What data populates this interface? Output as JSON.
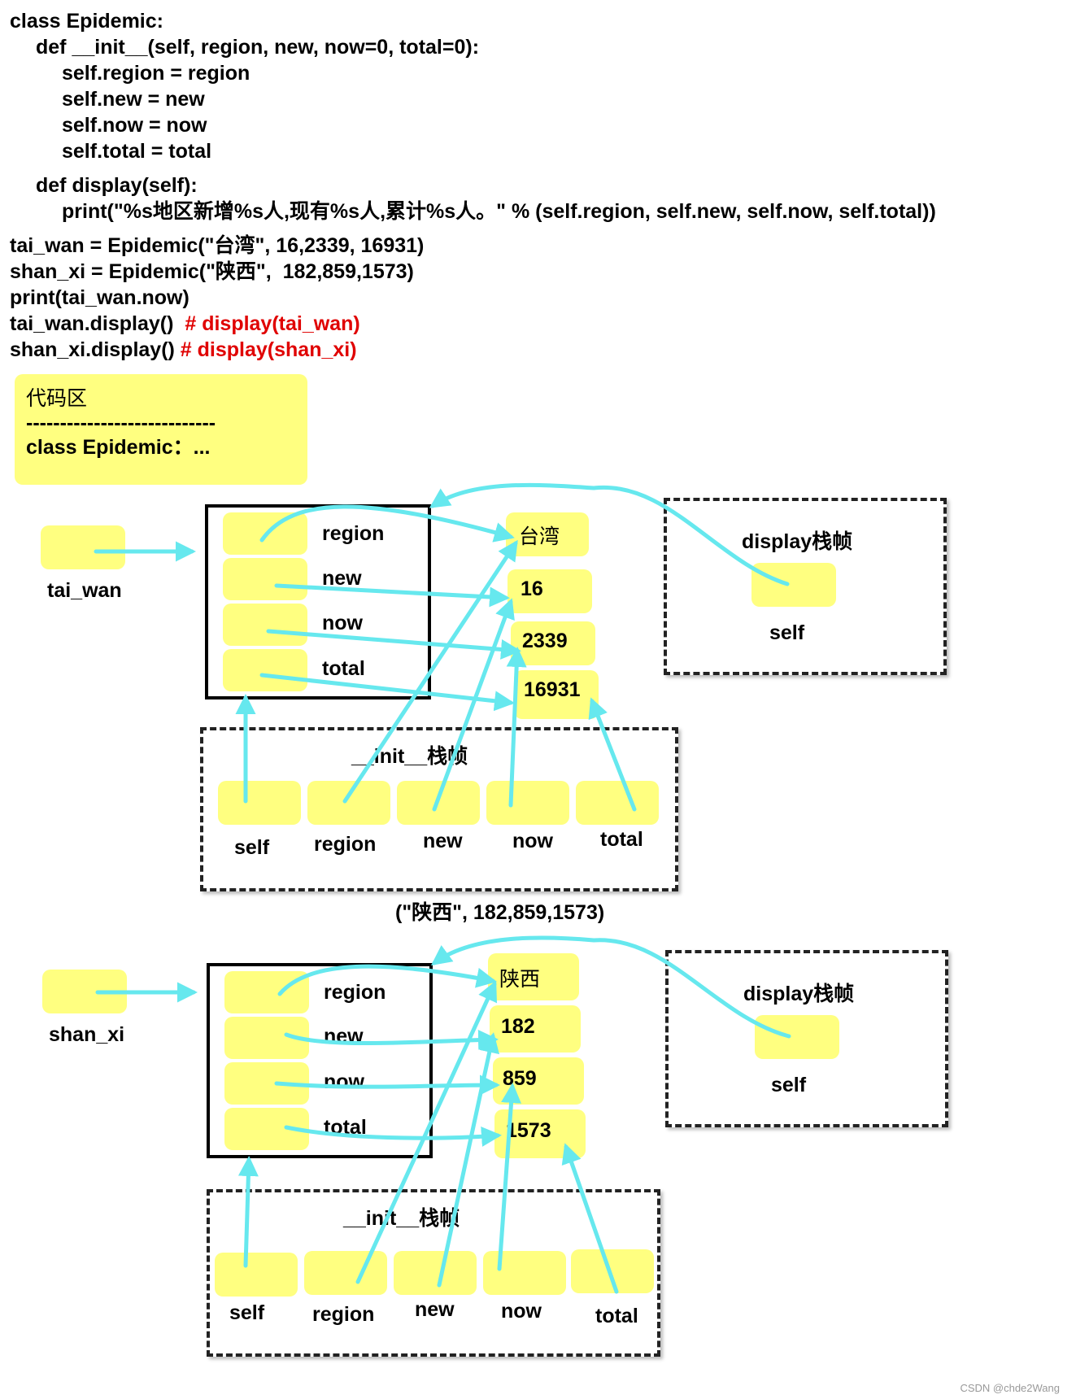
{
  "code_lines": [
    {
      "indent": 0,
      "text": "class Epidemic:",
      "comment": ""
    },
    {
      "indent": 1,
      "text": "def __init__(self, region, new, now=0, total=0):",
      "comment": ""
    },
    {
      "indent": 2,
      "text": "self.region = region",
      "comment": ""
    },
    {
      "indent": 2,
      "text": "self.new = new",
      "comment": ""
    },
    {
      "indent": 2,
      "text": "self.now = now",
      "comment": ""
    },
    {
      "indent": 2,
      "text": "self.total = total",
      "comment": ""
    },
    {
      "indent": 1,
      "text": "def display(self):",
      "comment": ""
    },
    {
      "indent": 2,
      "text": "print(\"%s地区新增%s人,现有%s人,累计%s人。\" % (self.region, self.new, self.now, self.total))",
      "comment": ""
    },
    {
      "indent": 0,
      "text": "tai_wan = Epidemic(\"台湾\", 16,2339, 16931)",
      "comment": ""
    },
    {
      "indent": 0,
      "text": "shan_xi = Epidemic(\"陕西\",  182,859,1573)",
      "comment": ""
    },
    {
      "indent": 0,
      "text": "print(tai_wan.now)",
      "comment": ""
    },
    {
      "indent": 0,
      "text": "tai_wan.display()  ",
      "comment": "# display(tai_wan)"
    },
    {
      "indent": 0,
      "text": "shan_xi.display() ",
      "comment": "# display(shan_xi)"
    }
  ],
  "code_zone": {
    "title": "代码区",
    "divider": "----------------------------",
    "content": "class Epidemic：..."
  },
  "diagram_top": {
    "variable": "tai_wan",
    "attributes": [
      "region",
      "new",
      "now",
      "total"
    ],
    "values": [
      "台湾",
      "16",
      "2339",
      "16931"
    ],
    "init_frame": {
      "title": "__init__栈帧",
      "params": [
        "self",
        "region",
        "new",
        "now",
        "total"
      ]
    },
    "display_frame": {
      "title": "display栈帧",
      "param": "self"
    }
  },
  "call_args_label": "(\"陕西\",  182,859,1573)",
  "diagram_bottom": {
    "variable": "shan_xi",
    "attributes": [
      "region",
      "new",
      "now",
      "total"
    ],
    "values": [
      "陕西",
      "182",
      "859",
      "1573"
    ],
    "init_frame": {
      "title": "__init__栈帧",
      "params": [
        "self",
        "region",
        "new",
        "now",
        "total"
      ]
    },
    "display_frame": {
      "title": "display栈帧",
      "param": "self"
    }
  },
  "watermark": "CSDN @chde2Wang",
  "colors": {
    "cell": "#ffff80",
    "arrow": "#66e8ee",
    "comment": "#e00000"
  }
}
